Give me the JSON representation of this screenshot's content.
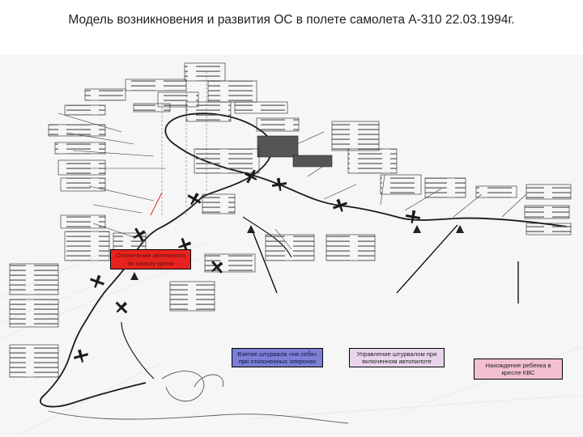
{
  "title": "Модель возникновения и развития ОС в полете самолета А-310 22.03.1994г.",
  "callouts": {
    "autopilot_off": "Отключение автопилота по каналу крена",
    "yoke_pull": "Взятие штурвала «на себя» при отклоненных элеронах",
    "yoke_control": "Управление штурвалом при включенном автопилоте",
    "child_in_seat": "Нахождение ребенка в кресле КВС"
  },
  "colors": {
    "autopilot_off": "#e8231f",
    "yoke_pull": "#7b7fd6",
    "yoke_control": "#e9d4ec",
    "child_in_seat": "#f3bfd2",
    "line": "#1a1a1a"
  },
  "icons": {
    "aircraft": "airplane-icon",
    "marker": "triangle-marker-icon"
  }
}
